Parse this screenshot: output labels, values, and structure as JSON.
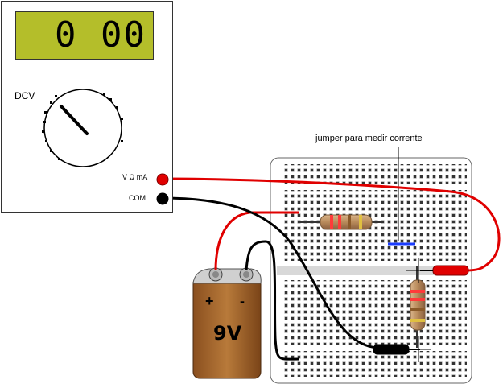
{
  "multimeter": {
    "display_value": "0 00",
    "mode_label": "DCV",
    "port_positive_label": "V Ω mA",
    "port_common_label": "COM"
  },
  "breadboard": {
    "annotation": "jumper para medir corrente"
  },
  "battery": {
    "label": "9V",
    "positive_sign": "+",
    "negative_sign": "-"
  },
  "colors": {
    "lcd": "#b4be2a",
    "red_lead": "#e00000",
    "black_lead": "#000000",
    "battery_body": "#a0622d",
    "jumper": "#1a3cff"
  }
}
